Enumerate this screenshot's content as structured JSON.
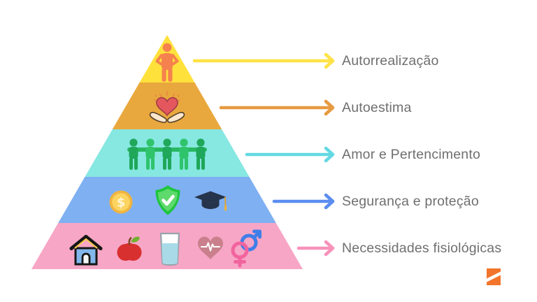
{
  "page": {
    "background": "#ffffff",
    "text_color": "#6F6F6F"
  },
  "pyramid": {
    "title_semantic": "maslow-hierarchy-pyramid",
    "levels": [
      {
        "rank": 1,
        "label": "Autorrealização",
        "band_color": "#FFE13C",
        "arrow_color": "#FFE247",
        "icons": [
          "person-icon"
        ]
      },
      {
        "rank": 2,
        "label": "Autoestima",
        "band_color": "#E9A83E",
        "arrow_color": "#E79A41",
        "icons": [
          "hands-holding-heart-icon"
        ]
      },
      {
        "rank": 3,
        "label": "Amor e Pertencimento",
        "band_color": "#87E7E1",
        "arrow_color": "#64D9E2",
        "icons": [
          "group-people-icon"
        ]
      },
      {
        "rank": 4,
        "label": "Segurança e proteção",
        "band_color": "#7FB0F2",
        "arrow_color": "#5B8DF0",
        "icons": [
          "coin-icon",
          "shield-check-icon",
          "graduation-cap-icon"
        ]
      },
      {
        "rank": 5,
        "label": "Necessidades fisiológicas",
        "band_color": "#F7A6C6",
        "arrow_color": "#F792BA",
        "icons": [
          "house-icon",
          "apple-icon",
          "water-glass-icon",
          "heart-pulse-icon",
          "gender-symbols-icon"
        ]
      }
    ],
    "coin_symbol": "$"
  },
  "branding": {
    "logo": "hourglass-logo",
    "logo_color": "#F2752B"
  }
}
